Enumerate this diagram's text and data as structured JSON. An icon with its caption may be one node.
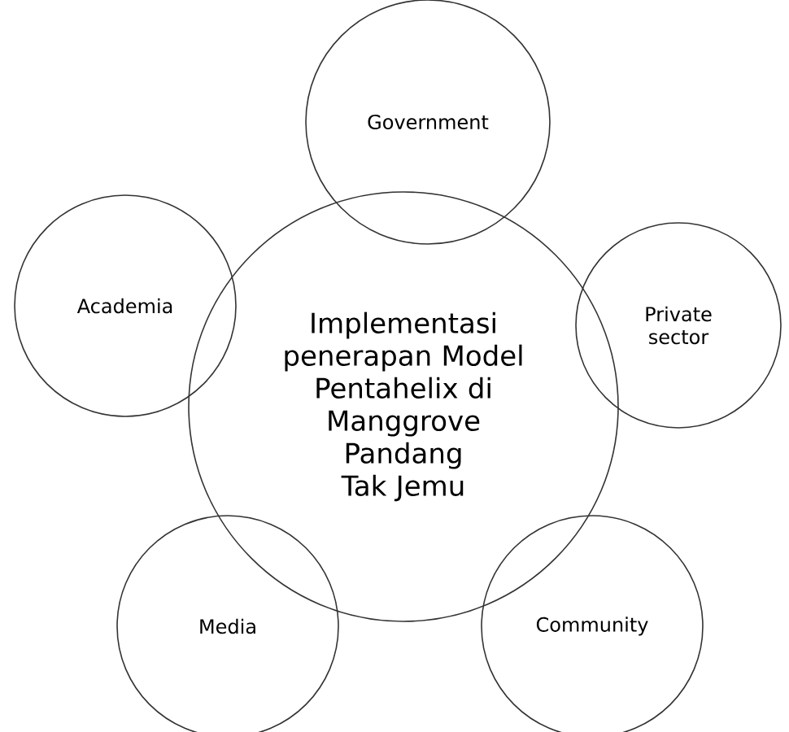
{
  "diagram": {
    "nodes": [
      {
        "text": [
          "Implementasi penerapan Model Pentahelix di Manggrove Pandang Tak Jemu"
        ]
      },
      {
        "text": [
          "Government"
        ]
      },
      {
        "text": [
          "Private sector"
        ]
      },
      {
        "text": [
          "Academia"
        ]
      },
      {
        "text": [
          "Media"
        ]
      },
      {
        "text": [
          "Community"
        ]
      }
    ]
  }
}
